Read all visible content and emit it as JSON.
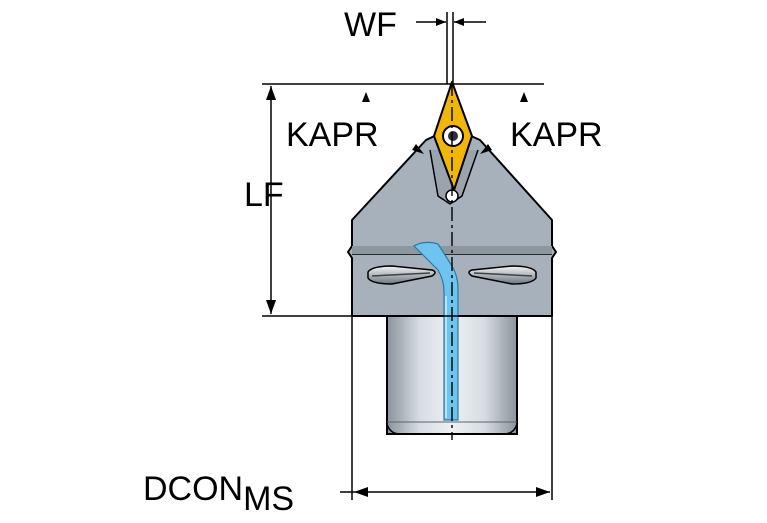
{
  "labels": {
    "wf": "WF",
    "kapr_left": "KAPR",
    "kapr_right": "KAPR",
    "lf": "LF",
    "dcon_main": "DCON",
    "dcon_sub": "MS"
  },
  "colors": {
    "body": "#a7b1bb",
    "body_stroke": "#000000",
    "insert": "#f2b705",
    "coolant": "#6fc4ee",
    "shank_light": "#e8ecef",
    "shank_dark": "#8f98a0",
    "dimension": "#000000"
  }
}
